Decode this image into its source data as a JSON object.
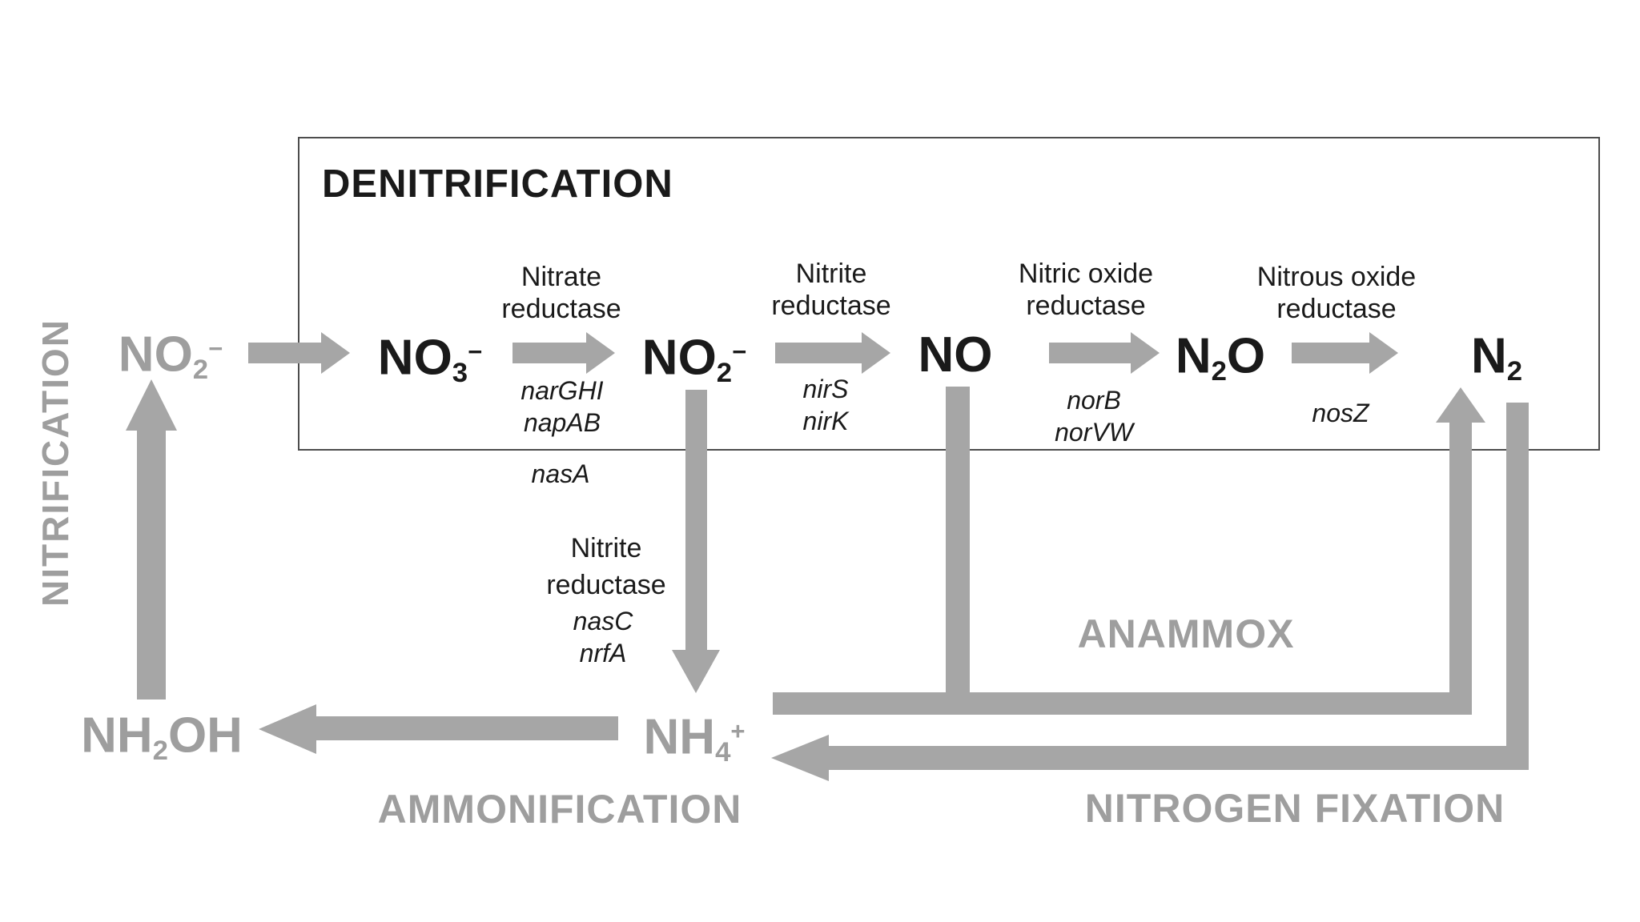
{
  "sections": {
    "denitrification": "DENITRIFICATION",
    "nitrification": "NITRIFICATION",
    "ammonification": "AMMONIFICATION",
    "anammox": "ANAMMOX",
    "nitrogen_fixation": "NITROGEN FIXATION"
  },
  "compounds": {
    "nitrite_outer": {
      "base": "NO",
      "sub": "2",
      "sup": "−"
    },
    "nitrate": {
      "base": "NO",
      "sub": "3",
      "sup": "−"
    },
    "nitrite": {
      "base": "NO",
      "sub": "2",
      "sup": "−"
    },
    "nitric_oxide": {
      "base": "NO"
    },
    "nitrous_oxide": {
      "base": "N",
      "sub": "2",
      "base2": "O"
    },
    "dinitrogen": {
      "base": "N",
      "sub": "2"
    },
    "hydroxylamine": {
      "base": "NH",
      "sub": "2",
      "base2": "OH"
    },
    "ammonium": {
      "base": "NH",
      "sub": "4",
      "sup": "+"
    }
  },
  "enzymes": {
    "nitrate_reductase": {
      "line1": "Nitrate",
      "line2": "reductase",
      "genes": [
        "narGHI",
        "napAB",
        "nasA"
      ]
    },
    "nitrite_reductase": {
      "line1": "Nitrite",
      "line2": "reductase",
      "genes": [
        "nirS",
        "nirK"
      ]
    },
    "nitric_oxide_reductase": {
      "line1": "Nitric oxide",
      "line2": "reductase",
      "genes": [
        "norB",
        "norVW"
      ]
    },
    "nitrous_oxide_reductase": {
      "line1": "Nitrous oxide",
      "line2": "reductase",
      "genes": [
        "nosZ"
      ]
    },
    "nitrite_reductase_assimilatory": {
      "line1": "Nitrite",
      "line2": "reductase",
      "genes": [
        "nasC",
        "nrfA"
      ]
    }
  },
  "colors": {
    "arrow_gray": "#a6a6a6",
    "gray_text": "#9e9e9e",
    "black_text": "#1a1a1a",
    "box_border": "#4d4d4d",
    "background": "#ffffff"
  }
}
